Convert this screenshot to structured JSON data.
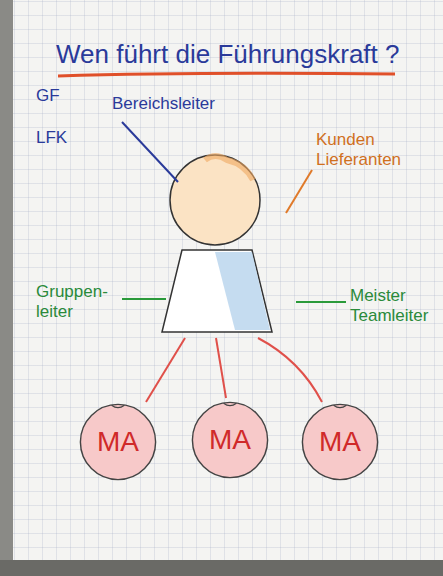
{
  "diagram": {
    "title": "Wen führt die Führungskraft ?",
    "nodes": [
      {
        "text": [
          "MA"
        ]
      },
      {
        "text": [
          "MA"
        ]
      },
      {
        "text": [
          "MA"
        ]
      }
    ],
    "labels": [
      "GF",
      "LFK",
      "Bereichsleiter",
      "Kunden Lieferanten",
      "Gruppen- leiter",
      "Meister Teamleiter"
    ]
  }
}
